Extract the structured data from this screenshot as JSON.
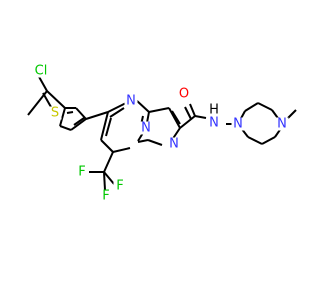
{
  "molecule": {
    "colors": {
      "bond": "#000000",
      "nitrogen": "#3333ff",
      "oxygen": "#ff0000",
      "sulfur": "#c8c800",
      "chlorine": "#00c800",
      "fluorine": "#00c800",
      "hydrogen": "#000000"
    },
    "atoms": {
      "cl": "Cl",
      "s": "S",
      "n_pyrimidine": "N",
      "n_bridge": "N",
      "n_pyrazole": "N",
      "nh_n": "N",
      "nh_h": "H",
      "n_piperazine_1": "N",
      "n_piperazine_4": "N",
      "o": "O",
      "f_left": "F",
      "f_center": "F",
      "f_right": "F"
    }
  }
}
